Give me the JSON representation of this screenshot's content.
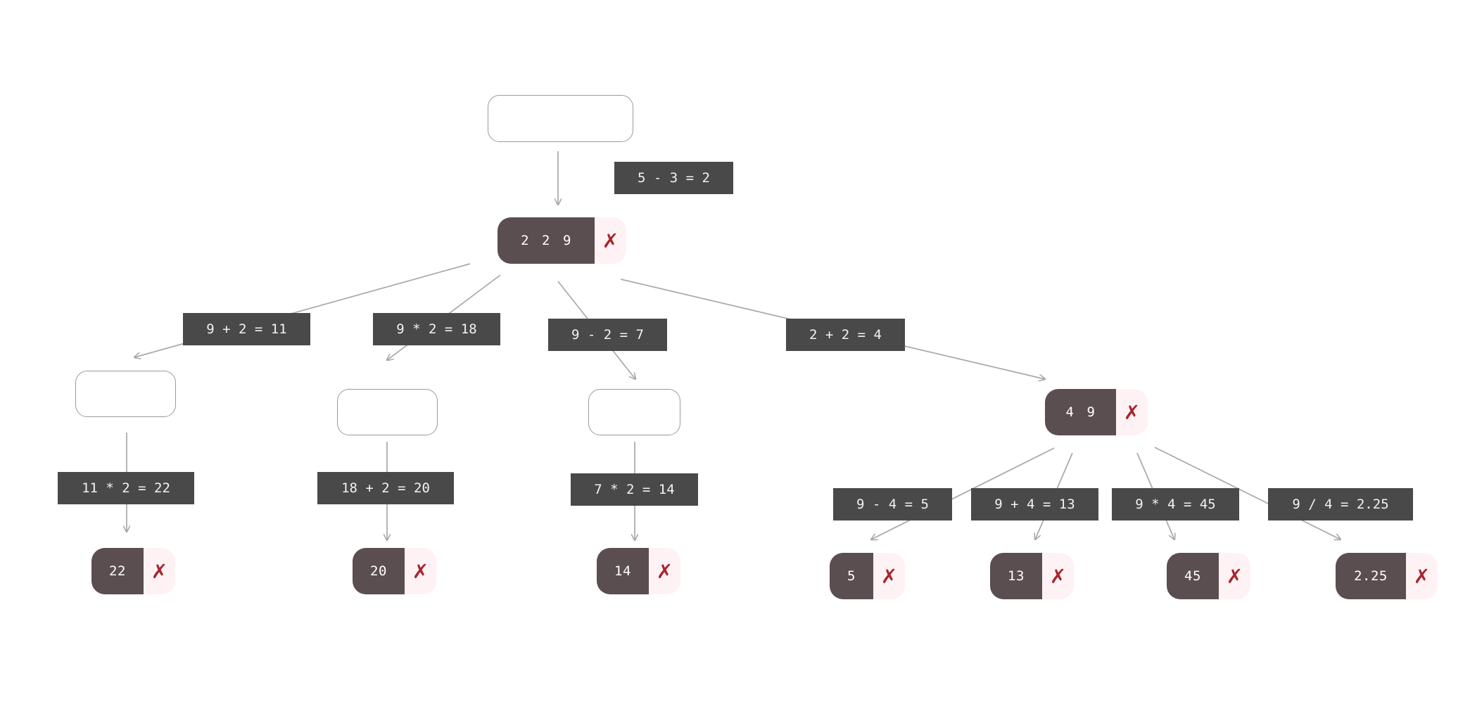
{
  "colors": {
    "node_fill": "#5b4e50",
    "x_fill": "#fff2f4",
    "x_color": "#a6262e",
    "label_fill": "#494949",
    "edge_color": "#a8a8a8",
    "empty_border": "#9a9a9a"
  },
  "root": {
    "label": ""
  },
  "root_op": {
    "text": "5 - 3 = 2"
  },
  "level1": {
    "numbers": [
      "2",
      "2",
      "9"
    ],
    "mark": "✗"
  },
  "level1_ops": [
    {
      "text": "9 + 2 = 11"
    },
    {
      "text": "9 * 2 = 18"
    },
    {
      "text": "9 - 2 = 7"
    },
    {
      "text": "2 + 2 = 4"
    }
  ],
  "level2_empty": [
    {
      "label": ""
    },
    {
      "label": ""
    },
    {
      "label": ""
    }
  ],
  "level2_ops": [
    {
      "text": "11 * 2 = 22"
    },
    {
      "text": "18 + 2 = 20"
    },
    {
      "text": "7 * 2 = 14"
    }
  ],
  "level2_right": {
    "numbers": [
      "4",
      "9"
    ],
    "mark": "✗"
  },
  "level2_right_ops": [
    {
      "text": "9 - 4 = 5"
    },
    {
      "text": "9 + 4 = 13"
    },
    {
      "text": "9 * 4 = 45"
    },
    {
      "text": "9 / 4 = 2.25"
    }
  ],
  "leaves": [
    {
      "value": "22",
      "mark": "✗"
    },
    {
      "value": "20",
      "mark": "✗"
    },
    {
      "value": "14",
      "mark": "✗"
    },
    {
      "value": "5",
      "mark": "✗"
    },
    {
      "value": "13",
      "mark": "✗"
    },
    {
      "value": "45",
      "mark": "✗"
    },
    {
      "value": "2.25",
      "mark": "✗"
    }
  ]
}
